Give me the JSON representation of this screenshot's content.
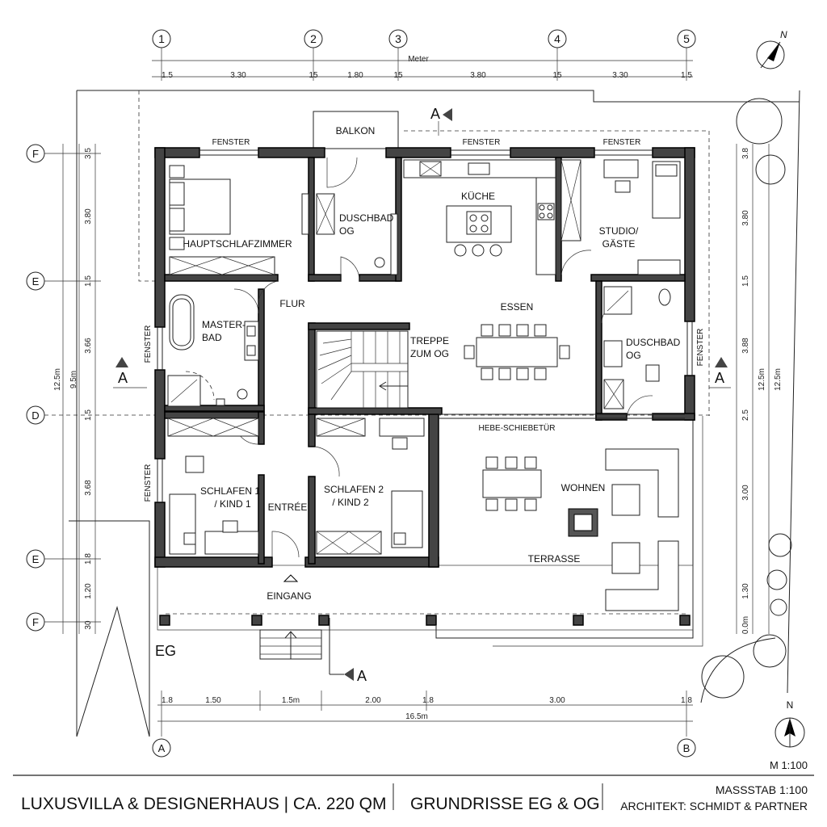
{
  "axes_top": [
    "1",
    "2",
    "3",
    "4",
    "5"
  ],
  "axes_left": [
    "F",
    "E",
    "D",
    "E",
    "F"
  ],
  "axes_bottom": [
    "A",
    "B"
  ],
  "unit_label": "Meter",
  "dims_top": [
    "1.5",
    "3.30",
    "15",
    "1.80",
    "15",
    "3.80",
    "15",
    "3.30",
    "1.5"
  ],
  "dims_left": [
    "3.5",
    "3.80",
    "1.5",
    "3.66",
    "1.5",
    "3.68",
    "1.8",
    "1.20",
    "30"
  ],
  "dims_left_outer": [
    "12.5m",
    "9.5m"
  ],
  "dims_right": [
    "3.8",
    "3.80",
    "1.5",
    "3.88",
    "2.5",
    "3.00",
    "1.30",
    "0.0m"
  ],
  "dims_right_outer": [
    "12.5m",
    "12.5m"
  ],
  "dims_bottom": [
    "1.8",
    "1.50",
    "1.5m",
    "2.00",
    "1.8",
    "3.00",
    "1.8"
  ],
  "dims_bottom_total": "16.5m",
  "rooms": {
    "balkon": "BALKON",
    "kueche": "KÜCHE",
    "duschbad_og_top": [
      "DUSCHBAD",
      "OG"
    ],
    "hauptschlafzimmer": "HAUPTSCHLAFZIMMER",
    "studio": [
      "STUDIO/",
      "GÄSTE"
    ],
    "flur": "FLUR",
    "essen": "ESSEN",
    "masterbad": [
      "MASTER-",
      "BAD"
    ],
    "treppe": [
      "TREPPE",
      "ZUM OG"
    ],
    "duschbad_og_right": [
      "DUSCHBAD",
      "OG"
    ],
    "schiebetuer": "HEBE-SCHIEBETÜR",
    "schlafen1": [
      "SCHLAFEN 1",
      "/ KIND 1"
    ],
    "entree": "ENTRÉE",
    "schlafen2": [
      "SCHLAFEN 2",
      "/ KIND 2"
    ],
    "wohnen": "WOHNEN",
    "terrasse": "TERRASSE",
    "eingang": "EINGANG"
  },
  "window_labels": {
    "top_left": "FENSTER",
    "top_mid": "FENSTER",
    "top_right": "FENSTER",
    "left_upper": "FENSTER",
    "left_lower": "FENSTER",
    "right": "FENSTER"
  },
  "section_marker": "A",
  "floor_label": "EG",
  "north": "N",
  "scale_small": "M 1:100",
  "footer": {
    "project": "LUXUSVILLA & DESIGNERHAUS | CA. 220 QM",
    "title": "GRUNDRISSE EG & OG",
    "scale": "MASSSTAB 1:100",
    "architect": "ARCHITEKT: SCHMIDT & PARTNER"
  }
}
